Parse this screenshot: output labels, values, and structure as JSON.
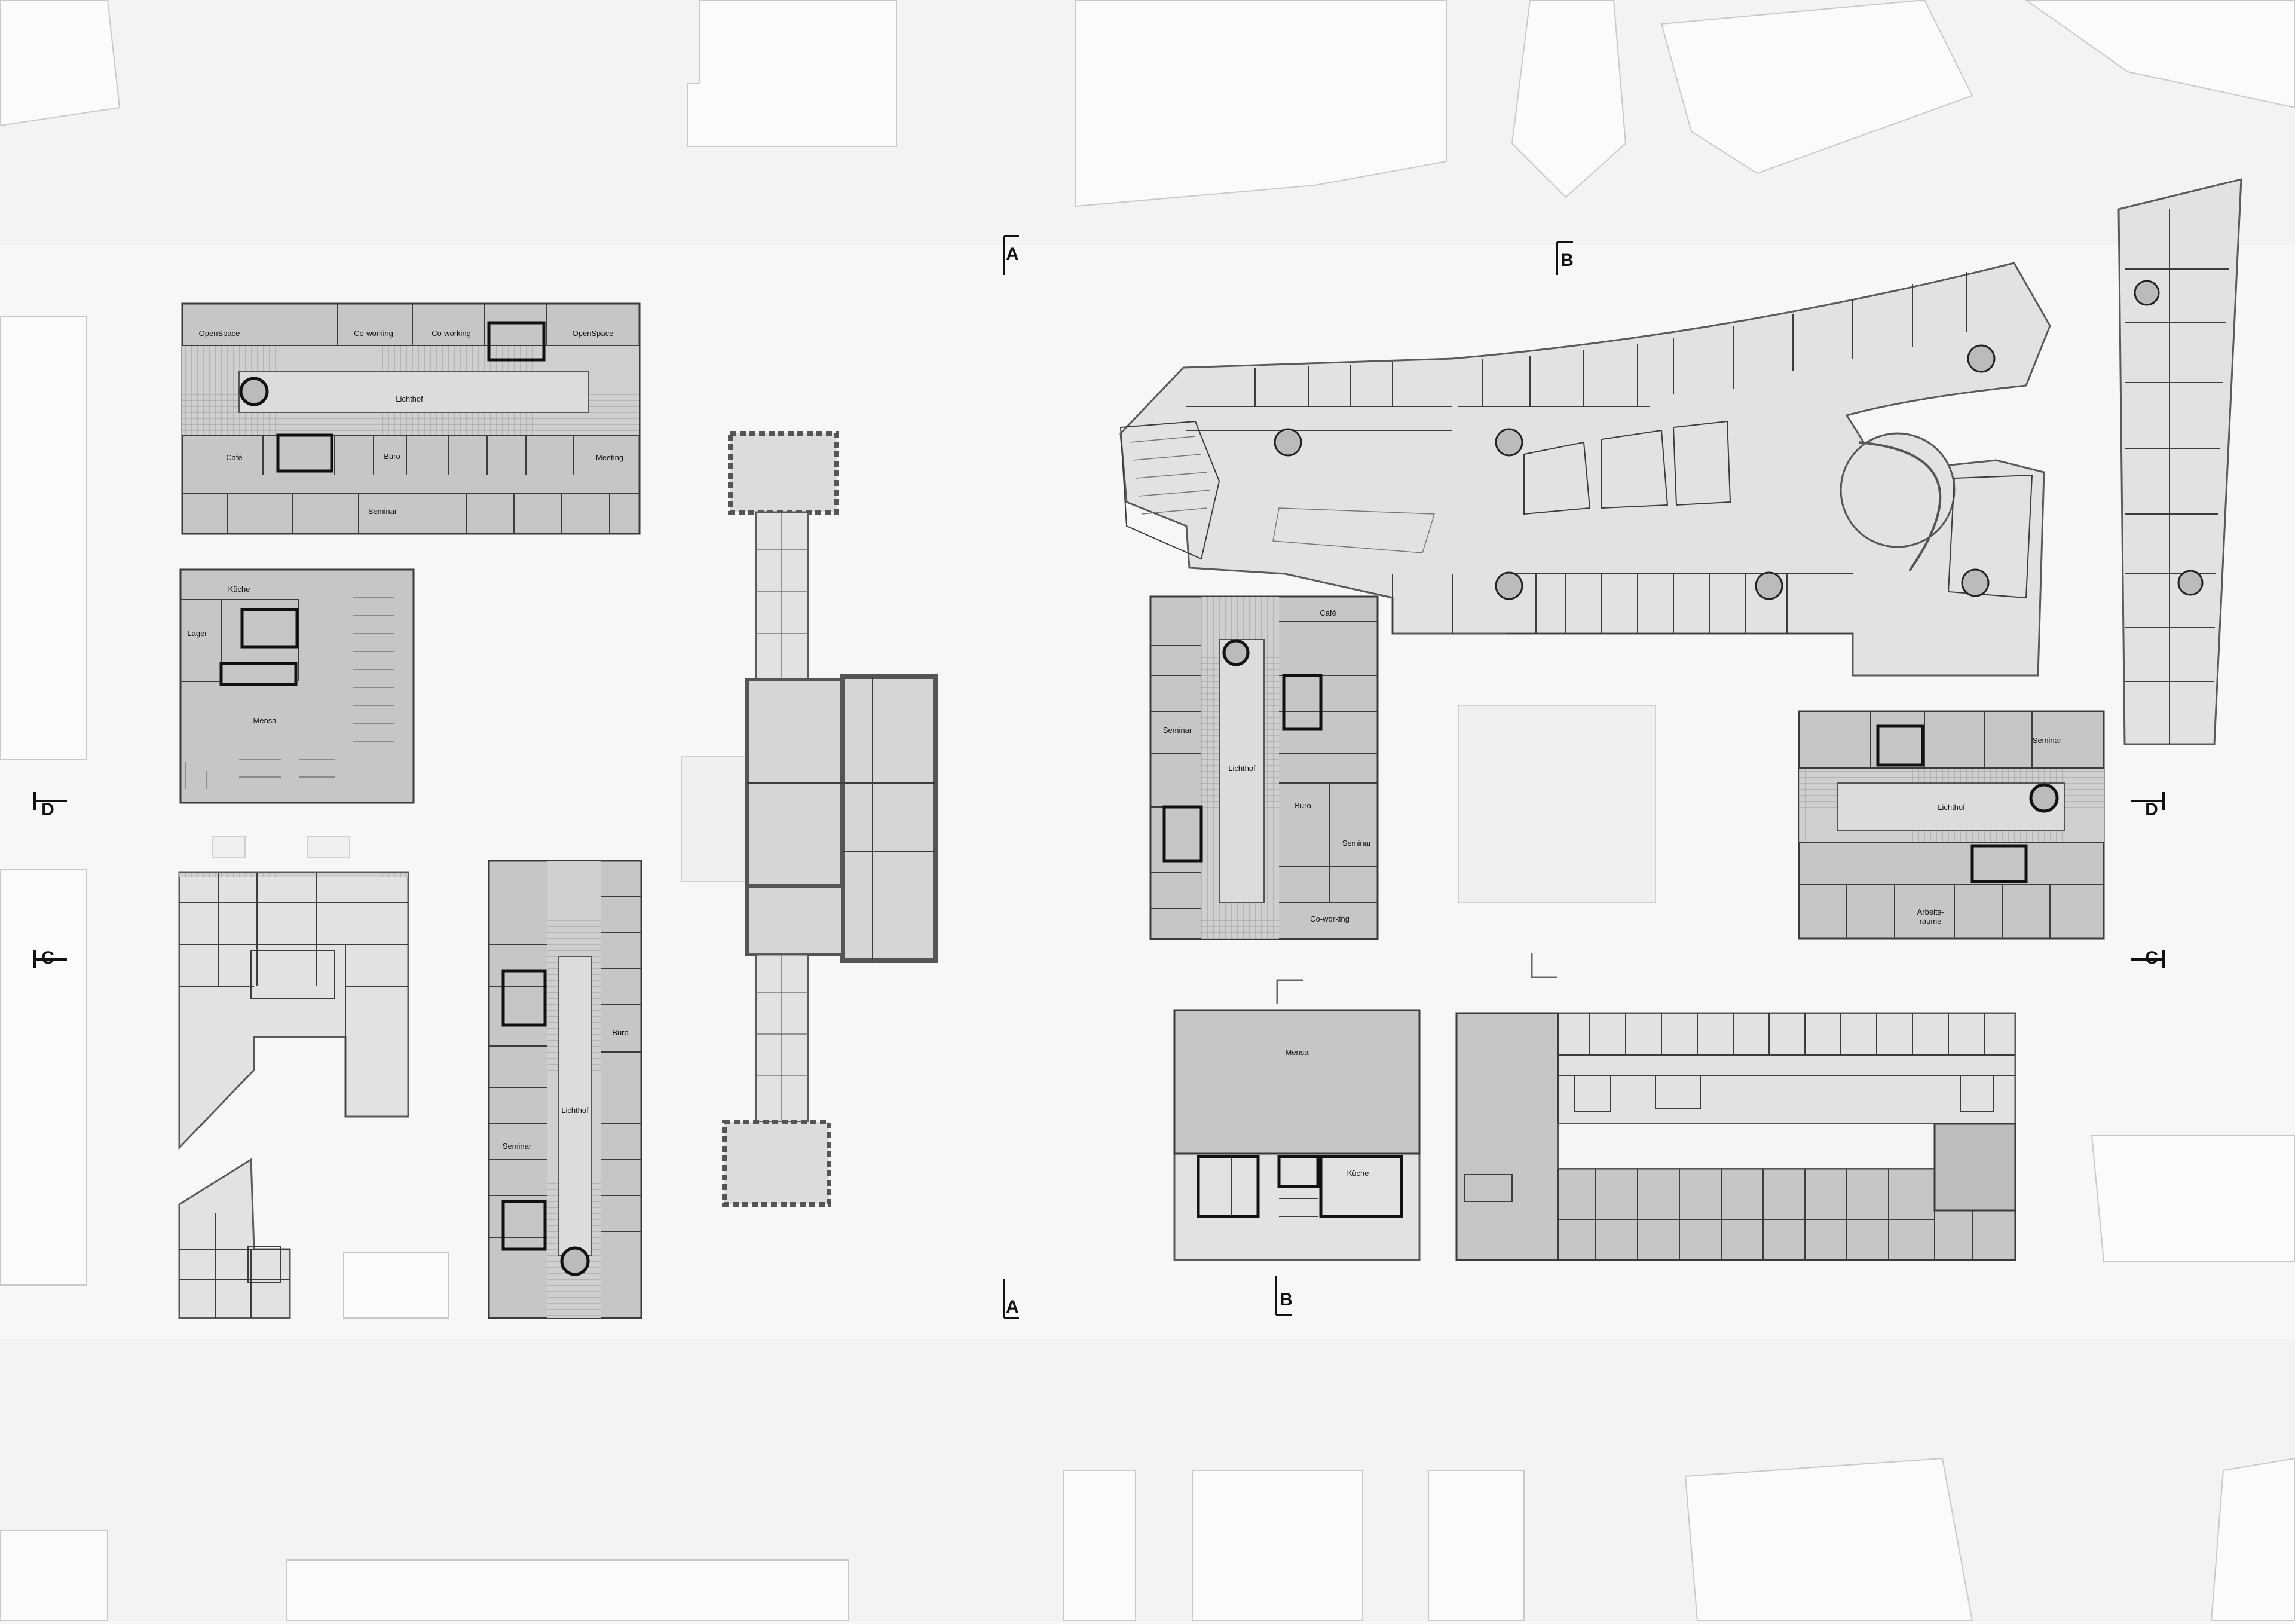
{
  "section_marks": {
    "a_top": "A",
    "a_bottom": "A",
    "b_top": "B",
    "b_bottom": "B",
    "c_left": "C",
    "c_right": "C",
    "d_left": "D",
    "d_right": "D"
  },
  "plan_top_left": {
    "openspace_left": "OpenSpace",
    "coworking_1": "Co-working",
    "coworking_2": "Co-working",
    "openspace_right": "OpenSpace",
    "lichthof": "Lichthof",
    "cafe": "Café",
    "buero": "Büro",
    "meeting": "Meeting",
    "seminar": "Seminar"
  },
  "plan_mensa_left": {
    "kueche": "Küche",
    "lager": "Lager",
    "mensa": "Mensa"
  },
  "plan_long_left": {
    "buero": "Büro",
    "lichthof": "Lichthof",
    "seminar": "Seminar"
  },
  "plan_center": {
    "cafe": "Café",
    "seminar_left": "Seminar",
    "lichthof": "Lichthof",
    "buero": "Büro",
    "seminar_right": "Seminar",
    "coworking": "Co-working"
  },
  "plan_right": {
    "seminar": "Seminar",
    "lichthof": "Lichthof",
    "arbeitsraeume_1": "Arbeits-",
    "arbeitsraeume_2": "räume"
  },
  "plan_mensa_center": {
    "mensa": "Mensa",
    "kueche": "Küche"
  }
}
